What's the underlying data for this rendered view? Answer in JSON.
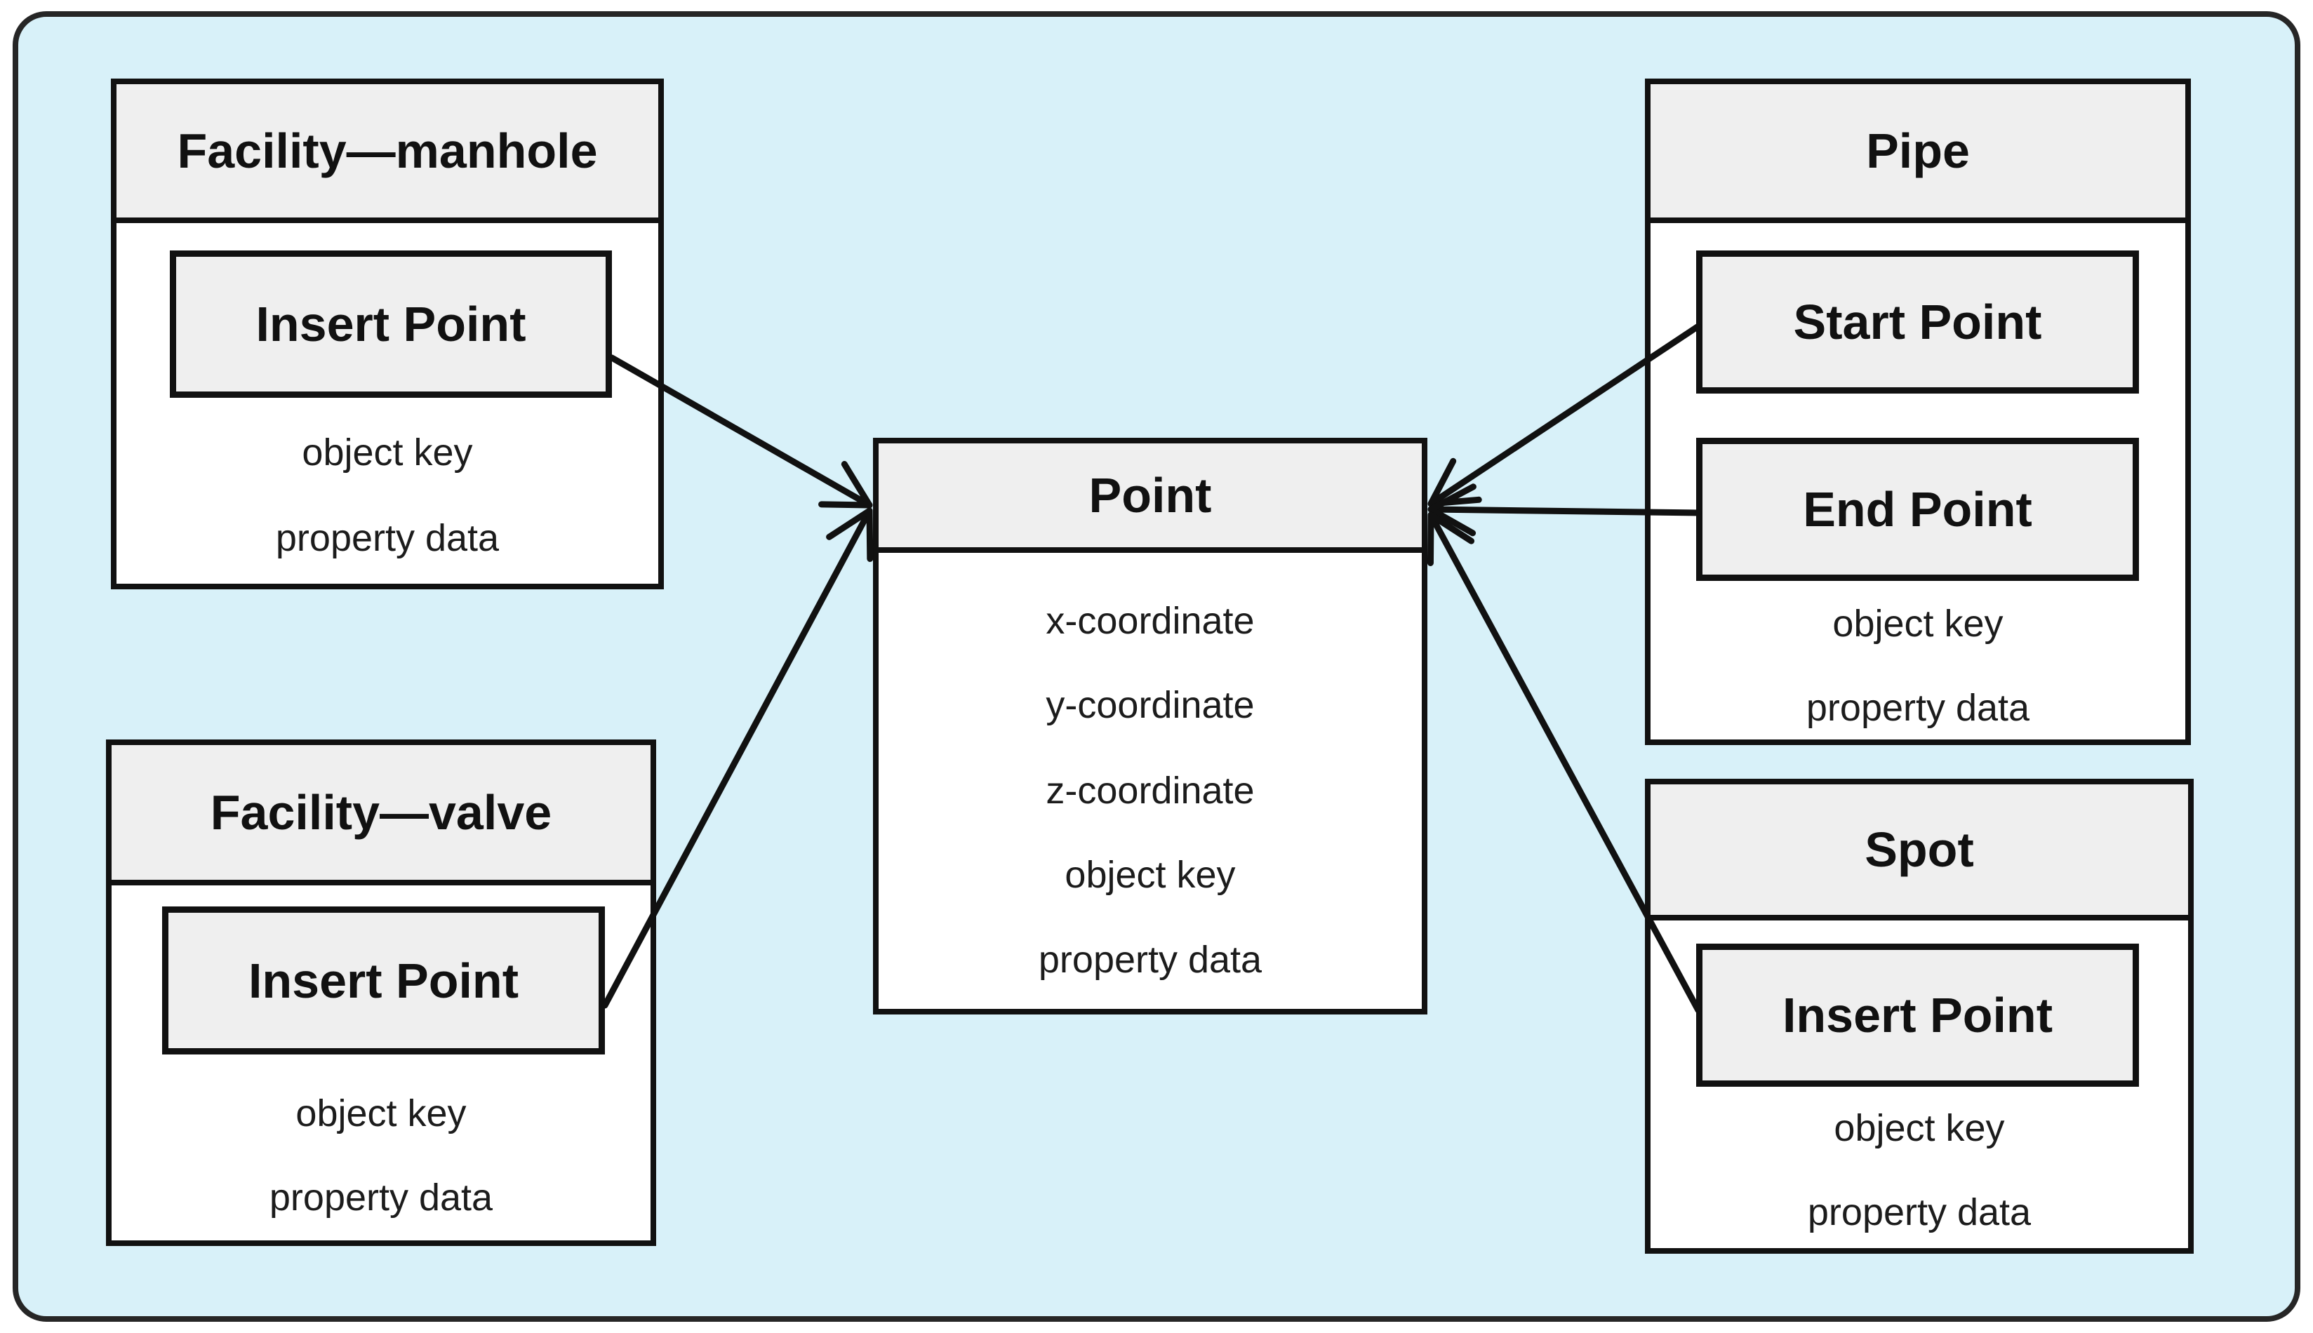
{
  "colors": {
    "panel_bg": "#d8f1f9",
    "panel_border": "#262626",
    "box_border": "#111111",
    "header_fill": "#efefef",
    "body_fill": "#ffffff",
    "line_color": "#111111"
  },
  "entities": {
    "facility_manhole": {
      "title": "Facility—manhole",
      "ref": "Insert Point",
      "attrs": [
        "object key",
        "property data"
      ]
    },
    "facility_valve": {
      "title": "Facility—valve",
      "ref": "Insert Point",
      "attrs": [
        "object key",
        "property data"
      ]
    },
    "point": {
      "title": "Point",
      "attrs": [
        "x-coordinate",
        "y-coordinate",
        "z-coordinate",
        "object key",
        "property data"
      ]
    },
    "pipe": {
      "title": "Pipe",
      "refs": [
        "Start Point",
        "End Point"
      ],
      "attrs": [
        "object key",
        "property data"
      ]
    },
    "spot": {
      "title": "Spot",
      "ref": "Insert Point",
      "attrs": [
        "object key",
        "property data"
      ]
    }
  },
  "relations": [
    {
      "from": "Facility—manhole / Insert Point",
      "to": "Point"
    },
    {
      "from": "Facility—valve / Insert Point",
      "to": "Point"
    },
    {
      "from": "Pipe / Start Point",
      "to": "Point"
    },
    {
      "from": "Pipe / End Point",
      "to": "Point"
    },
    {
      "from": "Spot / Insert Point",
      "to": "Point"
    }
  ]
}
